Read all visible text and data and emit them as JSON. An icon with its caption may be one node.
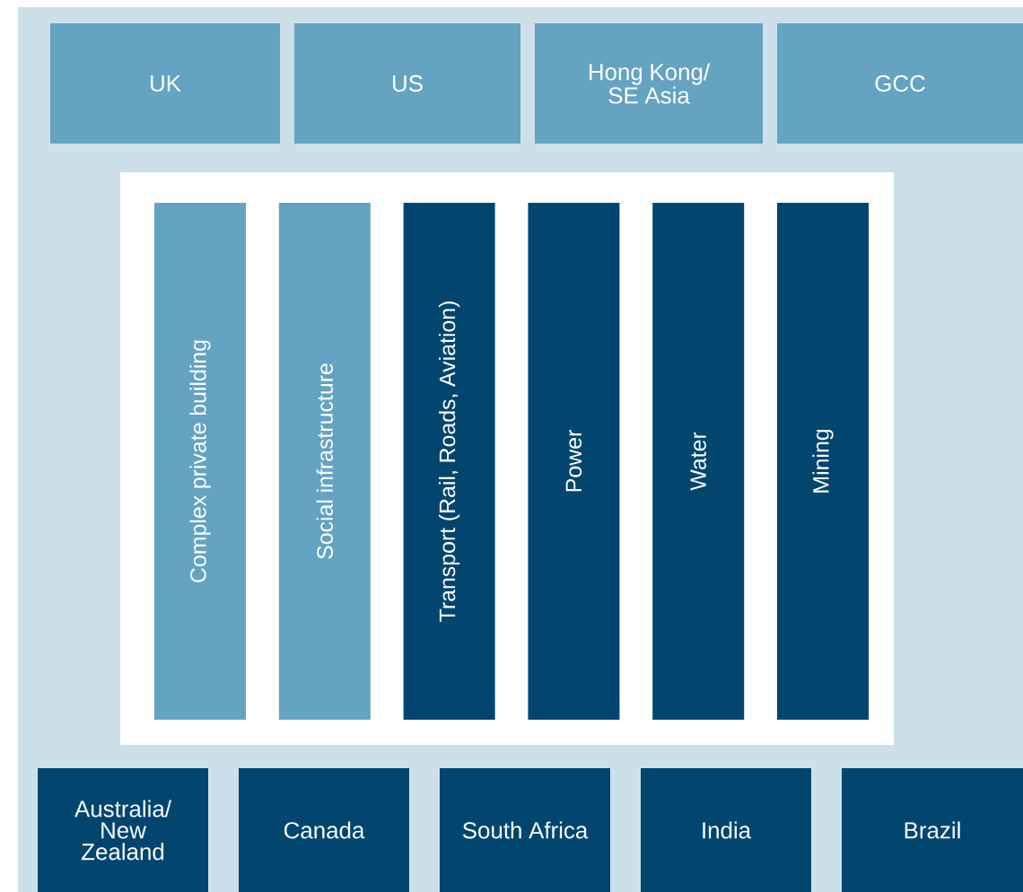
{
  "diagram": {
    "nodes": [
      {
        "text": [
          "UK"
        ]
      },
      {
        "text": [
          "US"
        ]
      },
      {
        "text": [
          "Hong Kong/ SE Asia"
        ]
      },
      {
        "text": [
          "GCC"
        ]
      },
      {
        "text": [],
        "shape": "box"
      },
      {
        "text": [
          "Complex private building"
        ],
        "in": 4
      },
      {
        "text": [
          "Social infrastructure"
        ],
        "in": 4
      },
      {
        "text": [
          "Transport (Rail, Roads, Aviation)"
        ],
        "in": 4
      },
      {
        "text": [
          "Power"
        ],
        "in": 4
      },
      {
        "text": [
          "Water"
        ],
        "in": 4
      },
      {
        "text": [
          "Mining"
        ],
        "in": 4
      },
      {
        "text": [
          "Australia/ New Zealand"
        ]
      },
      {
        "text": [
          "Canada"
        ]
      },
      {
        "text": [
          "South Africa"
        ]
      },
      {
        "text": [
          "India"
        ]
      },
      {
        "text": [
          "Brazil"
        ]
      }
    ]
  }
}
